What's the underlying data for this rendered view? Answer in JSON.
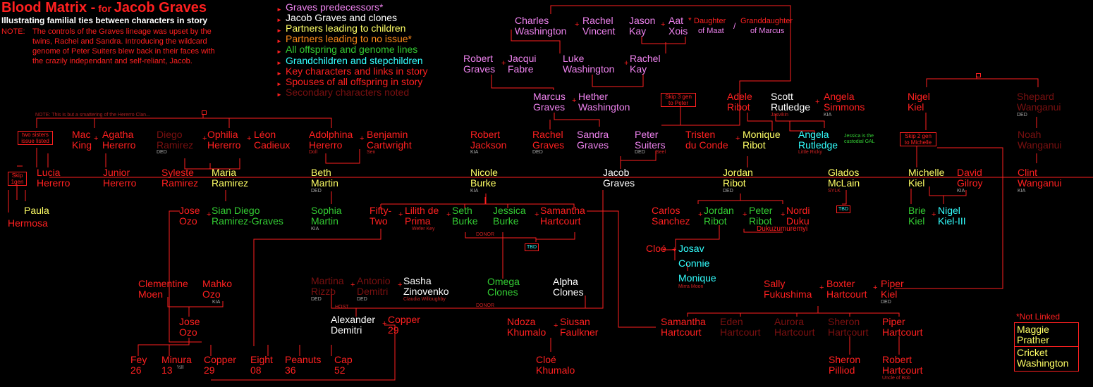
{
  "header": {
    "title": "Blood Matrix -",
    "title_for": "for",
    "title_name": "Jacob Graves",
    "subtitle": "Illustrating familial ties between characters in story",
    "note_label": "NOTE:",
    "note_lines": [
      "The controls of the Graves lineage was upset by the",
      "twins, Rachel and Sandra.  Introducing the wildcard",
      "genome of Peter Suiters blew back in their faces with",
      "the crazily independant and self-reliant, Jacob."
    ]
  },
  "legend": {
    "items": [
      {
        "text": "Graves predecessors*",
        "color": "pink"
      },
      {
        "text": "Jacob Graves and clones",
        "color": "wht"
      },
      {
        "text": "Partners leading to children",
        "color": "yel"
      },
      {
        "text": "Partners leading to no issue*",
        "color": "ora"
      },
      {
        "text": "All offspring and genome lines",
        "color": "grn"
      },
      {
        "text": "Grandchildren and stepchildren",
        "color": "cyn"
      },
      {
        "text": "Key characters and links in story",
        "color": "red"
      },
      {
        "text": "Spouses of all offspring in story",
        "color": "red"
      },
      {
        "text": "Secondary characters noted",
        "color": "dim"
      }
    ]
  },
  "hereroNote": "NOTE: This is but a smattering of the Hererro Clan...",
  "people": {
    "charles": "Charles\nWashington",
    "rachelV": "Rachel\nVincent",
    "jasonKay": "Jason\nKay",
    "aatXois": "Aat\nXois",
    "aatStar": "*",
    "daughterMaat1": "Daughter",
    "daughterMaat2": "of Maat",
    "granddaughter1": "Granddaughter",
    "granddaughter2": "of Marcus",
    "robertGraves": "Robert\nGraves",
    "jacquiFabre": "Jacqui\nFabre",
    "lukeWashington": "Luke\nWashington",
    "rachelKay": "Rachel\nKay",
    "marcusGraves": "Marcus\nGraves",
    "hetherWashington": "Hether\nWashington",
    "skip3": "Skip 3 gen\nto Peter",
    "adeleRibot": "Adele\nRibot",
    "scottRutledge": "Scott\nRutledge",
    "angelaSimmons": "Angela\nSimmons",
    "nigelKiel": "Nigel\nKiel",
    "shepardWanganui": "Shepard\nWanganui",
    "twoSisters": "two sisters\nissue listed",
    "macKing": "Mac\nKing",
    "agathaHererro": "Agatha\nHererro",
    "diegoRamirez": "Diego\nRamirez",
    "ophiliaHererro": "Ophilia\nHererro",
    "leonCadieux": "Léon\nCadieux",
    "adolphinaHererro": "Adolphina\nHererro",
    "benjaminCartwright": "Benjamin\nCartwright",
    "robertJackson": "Robert\nJackson",
    "rachelGraves": "Rachel\nGraves",
    "sandraGraves": "Sandra\nGraves",
    "peterSuiters": "Peter\nSuiters",
    "tristenDuConde": "Tristen\ndu Conde",
    "moniqueRibot": "Monique\nRibot",
    "angelaRutledge": "Angela\nRutledge",
    "jessicaNote": "Jessica is the\ncustodial GAL",
    "skip2": "Skip 2 gen\nto Michelle",
    "noahWanganui": "Noah\nWanganui",
    "skip1": "Skip\n1gen",
    "luciaHererro": "Lucia\nHererro",
    "juniorHererro": "Junior\nHererro",
    "sylesteRamirez": "Syleste\nRamirez",
    "mariaRamirez": "Maria\nRamirez",
    "bethMartin": "Beth\nMartin",
    "nicoleBurke": "Nicole\nBurke",
    "jacobGraves": "Jacob\nGraves",
    "jordanRibot": "Jordan\nRibot",
    "gladosMcLain": "Glados\nMcLain",
    "michelleKiel": "Michelle\nKiel",
    "davidGilroy": "David\nGilroy",
    "clintWanganui": "Clint\nWanganui",
    "paula": "Paula",
    "hermosa": "Hermosa",
    "joseOzo1": "Jose\nOzo",
    "sianDiego": "Sian Diego\nRamirez-Graves",
    "sophiaMartin": "Sophia\nMartin",
    "fiftyTwo": "Fifty-\nTwo",
    "lilith": "Lilith de\nPrima",
    "sethBurke": "Seth\nBurke",
    "jessicaBurke": "Jessica\nBurke",
    "samanthaHartcourt1": "Samantha\nHartcourt",
    "carlosSanchez": "Carlos\nSanchez",
    "jordanRibot2": "Jordan\nRibot",
    "peterRibot": "Peter\nRibot",
    "nordiDuku": "Nordi\nDuku",
    "dukuzumuremyi": "Dukuzumuremyi",
    "brieKiel": "Brie\nKiel",
    "nigelKiel3": "Nigel\nKiel-III",
    "cloe": "Cloé",
    "josav": "Josav",
    "connie": "Connie",
    "moniqueC": "Monique",
    "clementineMoen": "Clementine\nMoen",
    "mahkoOzo": "Mahko\nOzo",
    "martinaRizzo": "Martina\nRizzo",
    "antonioDemitri": "Antonio\nDemitri",
    "sashaZinovenko": "Sasha\nZinovenko",
    "omegaClones": "Omega\nClones",
    "alphaClones": "Alpha\nClones",
    "sallyFukushima": "Sally\nFukushima",
    "boxterHartcourt": "Boxter\nHartcourt",
    "piperKiel": "Piper\nKiel",
    "joseOzo2": "Jose\nOzo",
    "alexanderDemitri": "Alexander\nDemitri",
    "copper29a": "Copper\n29",
    "ndozaKhumalo": "Ndoza\nKhumalo",
    "siusanFaulkner": "Siusan\nFaulkner",
    "samanthaHartcourt2": "Samantha\nHartcourt",
    "edenHartcourt": "Eden\nHartcourt",
    "auroraHartcourt": "Aurora\nHartcourt",
    "sheronHartcourt": "Sheron\nHartcourt",
    "piperHartcourt": "Piper\nHartcourt",
    "notLinked": "*Not Linked",
    "maggiePrather": "Maggie\nPrather",
    "cricketWashington": "Cricket\nWashington",
    "fey": "Fey\n26",
    "minura": "Minura\n13",
    "minuraSup": "½II",
    "copper29b": "Copper\n29",
    "eight": "Eight\n08",
    "peanuts": "Peanuts\n36",
    "cap": "Cap\n52",
    "cloeKhumalo": "Cloé\nKhumalo",
    "sheronPilliod": "Sheron\nPilliod",
    "robertHartcourt": "Robert\nHartcourt",
    "tbd": "TBD"
  },
  "tags": {
    "ded": "DED",
    "kia": "KIA",
    "doll": "Doll",
    "sen": "Sen",
    "seel": "Seel",
    "jasvikin": "Jasvikin",
    "littleRicky": "Little Ricky",
    "sylk": "SYLK",
    "weferKey": "Wefer Key",
    "donor": "DONOR",
    "host": "HOST",
    "claudiaWilloughby": "Claudia Willoughby",
    "mirraMoon": "Mirra Moon",
    "uncleOfBob": "Uncle of Bob"
  },
  "colors": {
    "red": "#ff2020",
    "pink": "#ee82ee",
    "yellow": "#ffff66",
    "green": "#33cc33",
    "cyan": "#33ffff",
    "white": "#ffffff",
    "dim": "#7a1010"
  }
}
